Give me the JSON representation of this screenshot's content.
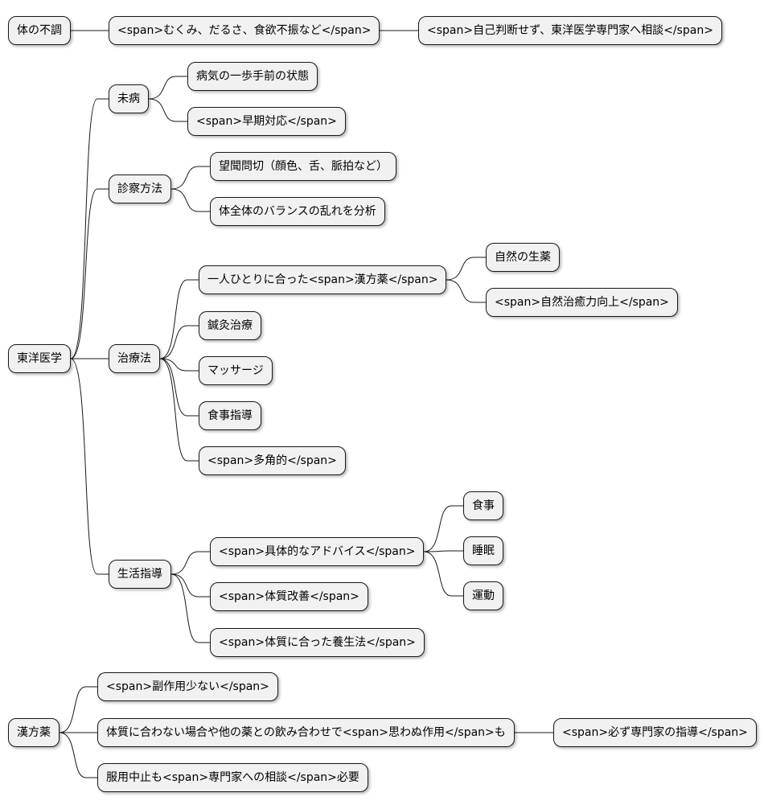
{
  "mindmap": {
    "trees": [
      {
        "id": "r1",
        "label": "体の不調",
        "children": [
          {
            "id": "r1-1",
            "label": "<span>むくみ、だるさ、食欲不振など</span>",
            "children": [
              {
                "id": "r1-1-1",
                "label": "<span>自己判断せず、東洋医学専門家へ相談</span>",
                "children": []
              }
            ]
          }
        ]
      },
      {
        "id": "r2",
        "label": "東洋医学",
        "children": [
          {
            "id": "r2-1",
            "label": "未病",
            "children": [
              {
                "id": "r2-1-1",
                "label": "病気の一歩手前の状態",
                "children": []
              },
              {
                "id": "r2-1-2",
                "label": "<span>早期対応</span>",
                "children": []
              }
            ]
          },
          {
            "id": "r2-2",
            "label": "診察方法",
            "children": [
              {
                "id": "r2-2-1",
                "label": "望聞問切（顔色、舌、脈拍など）",
                "children": []
              },
              {
                "id": "r2-2-2",
                "label": "体全体のバランスの乱れを分析",
                "children": []
              }
            ]
          },
          {
            "id": "r2-3",
            "label": "治療法",
            "children": [
              {
                "id": "r2-3-1",
                "label": "一人ひとりに合った<span>漢方薬</span>",
                "children": [
                  {
                    "id": "r2-3-1-1",
                    "label": "自然の生薬",
                    "children": []
                  },
                  {
                    "id": "r2-3-1-2",
                    "label": "<span>自然治癒力向上</span>",
                    "children": []
                  }
                ]
              },
              {
                "id": "r2-3-2",
                "label": "鍼灸治療",
                "children": []
              },
              {
                "id": "r2-3-3",
                "label": "マッサージ",
                "children": []
              },
              {
                "id": "r2-3-4",
                "label": "食事指導",
                "children": []
              },
              {
                "id": "r2-3-5",
                "label": "<span>多角的</span>",
                "children": []
              }
            ]
          },
          {
            "id": "r2-4",
            "label": "生活指導",
            "children": [
              {
                "id": "r2-4-1",
                "label": "<span>具体的なアドバイス</span>",
                "children": [
                  {
                    "id": "r2-4-1-1",
                    "label": "食事",
                    "children": []
                  },
                  {
                    "id": "r2-4-1-2",
                    "label": "睡眠",
                    "children": []
                  },
                  {
                    "id": "r2-4-1-3",
                    "label": "運動",
                    "children": []
                  }
                ]
              },
              {
                "id": "r2-4-2",
                "label": "<span>体質改善</span>",
                "children": []
              },
              {
                "id": "r2-4-3",
                "label": "<span>体質に合った養生法</span>",
                "children": []
              }
            ]
          }
        ]
      },
      {
        "id": "r3",
        "label": "漢方薬",
        "children": [
          {
            "id": "r3-1",
            "label": "<span>副作用少ない</span>",
            "children": []
          },
          {
            "id": "r3-2",
            "label": "体質に合わない場合や他の薬との飲み合わせで<span>思わぬ作用</span>も",
            "children": [
              {
                "id": "r3-2-1",
                "label": "<span>必ず専門家の指導</span>",
                "children": []
              }
            ]
          },
          {
            "id": "r3-3",
            "label": "服用中止も<span>専門家への相談</span>必要",
            "children": []
          }
        ]
      }
    ]
  }
}
